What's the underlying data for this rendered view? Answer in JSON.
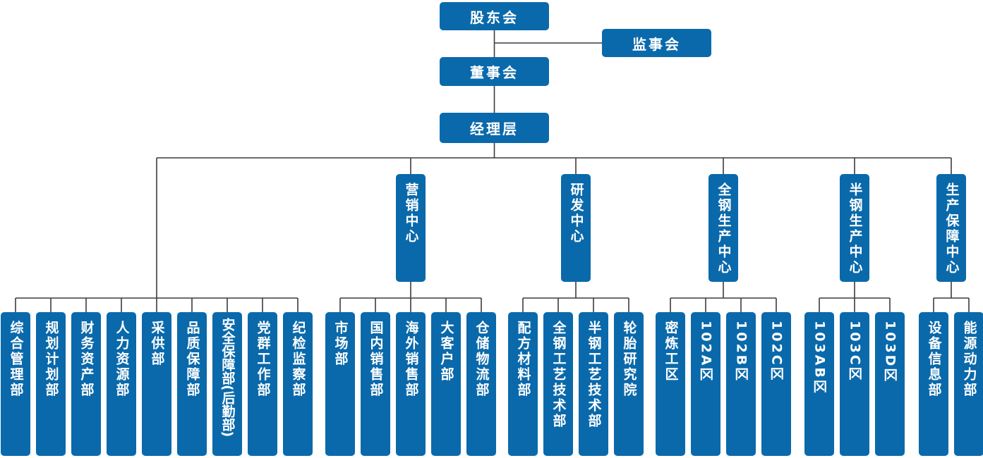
{
  "colors": {
    "node_fill": "#0a69ab",
    "node_text": "#ffffff",
    "connector": "#3c3c3c",
    "background": "#ffffff"
  },
  "governance": {
    "shareholders": "股东会",
    "supervisory_board": "监事会",
    "board_of_directors": "董事会",
    "management_team": "经理层"
  },
  "admin_departments": [
    "综合管理部",
    "规划计划部",
    "财务资产部",
    "人力资源部",
    "采供部",
    "品质保障部",
    "安全保障部(后勤部)",
    "党群工作部",
    "纪检监察部"
  ],
  "centers": [
    {
      "label": "营销中心",
      "children": [
        "市场部",
        "国内销售部",
        "海外销售部",
        "大客户部",
        "仓储物流部"
      ]
    },
    {
      "label": "研发中心",
      "children": [
        "配方材料部",
        "全钢工艺技术部",
        "半钢工艺技术部",
        "轮胎研究院"
      ]
    },
    {
      "label": "全钢生产中心",
      "children": [
        "密炼工区",
        "102A区",
        "102B区",
        "102C区"
      ]
    },
    {
      "label": "半钢生产中心",
      "children": [
        "103AB区",
        "103C区",
        "103D区"
      ]
    },
    {
      "label": "生产保障中心",
      "children": [
        "设备信息部",
        "能源动力部"
      ]
    }
  ]
}
